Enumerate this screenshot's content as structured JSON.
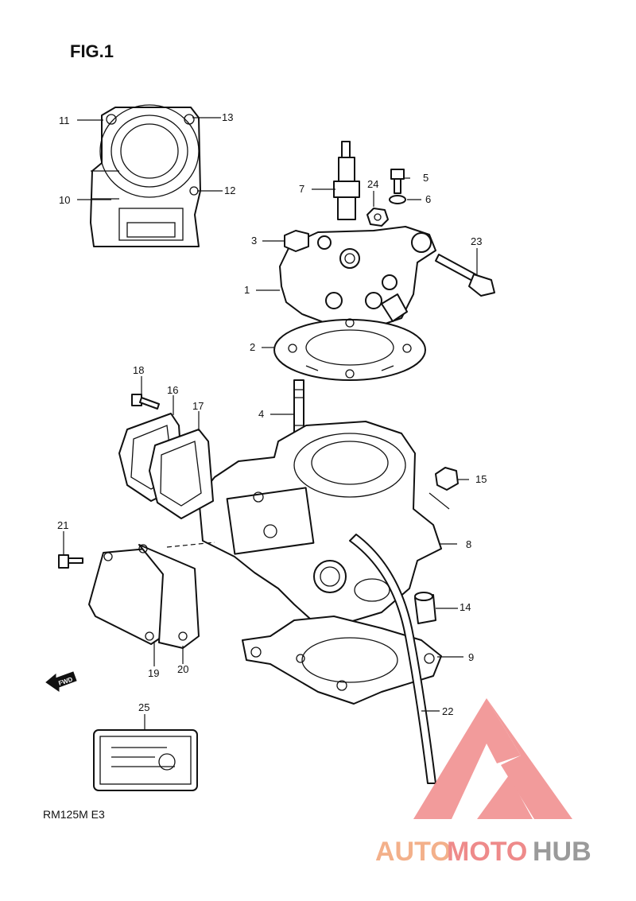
{
  "figure": {
    "title": "FIG.1",
    "model": "RM125M E3"
  },
  "fwd_label": "FWD",
  "callouts": [
    "1",
    "2",
    "3",
    "4",
    "5",
    "6",
    "7",
    "8",
    "9",
    "10",
    "11",
    "12",
    "13",
    "14",
    "15",
    "16",
    "17",
    "18",
    "19",
    "20",
    "21",
    "22",
    "23",
    "24",
    "25"
  ],
  "watermark": {
    "part1": "AUTO",
    "part2": "MOTO",
    "part3": "HUB",
    "colors": {
      "logo": "#f08a8a",
      "auto": "#f3b08a",
      "hub": "#9a9a9a"
    }
  }
}
